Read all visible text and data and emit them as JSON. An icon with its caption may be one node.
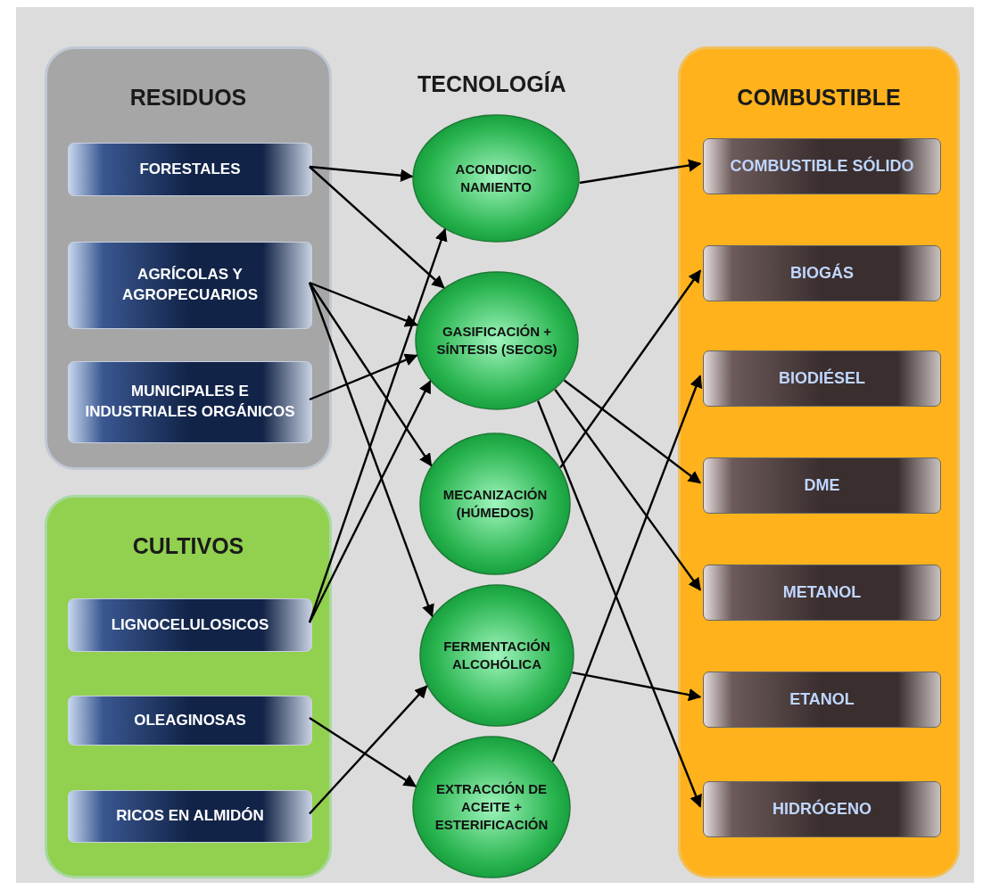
{
  "diagram": {
    "nodes": [
      {
        "text": [
          "RESIDUOS"
        ]
      },
      {
        "text": [
          "FORESTALES"
        ],
        "in": 0
      },
      {
        "text": [
          "AGRÍCOLAS Y AGROPECUARIOS"
        ],
        "in": 0
      },
      {
        "text": [
          "MUNICIPALES E INDUSTRIALES ORGÁNICOS"
        ],
        "in": 0
      },
      {
        "text": [
          "CULTIVOS"
        ]
      },
      {
        "text": [
          "LIGNOCELULOSICOS"
        ],
        "in": 4
      },
      {
        "text": [
          "OLEAGINOSAS"
        ],
        "in": 4
      },
      {
        "text": [
          "RICOS EN ALMIDÓN"
        ],
        "in": 4
      },
      {
        "text": [
          "ACONDICIO- NAMIENTO"
        ]
      },
      {
        "text": [
          "GASIFICACIÓN + SÍNTESIS (SECOS)"
        ]
      },
      {
        "text": [
          "MECANIZACIÓN (HÚMEDOS)"
        ]
      },
      {
        "text": [
          "FERMENTACIÓN ALCOHÓLICA"
        ]
      },
      {
        "text": [
          "EXTRACCIÓN DE ACEITE + ESTERIFICACIÓN"
        ]
      },
      {
        "text": [
          "COMBUSTIBLE"
        ]
      },
      {
        "text": [
          "COMBUSTIBLE SÓLIDO"
        ],
        "in": 13
      },
      {
        "text": [
          "BIOGÁS"
        ],
        "in": 13
      },
      {
        "text": [
          "BIODIÉSEL"
        ],
        "in": 13
      },
      {
        "text": [
          "DME"
        ],
        "in": 13
      },
      {
        "text": [
          "METANOL"
        ],
        "in": 13
      },
      {
        "text": [
          "ETANOL"
        ],
        "in": 13
      },
      {
        "text": [
          "HIDRÓGENO"
        ],
        "in": 13
      }
    ],
    "edges": [
      {
        "from": 1,
        "to": 8,
        "arrow": "to"
      },
      {
        "from": 1,
        "to": 9,
        "arrow": "to"
      },
      {
        "from": 2,
        "to": 9,
        "arrow": "to"
      },
      {
        "from": 2,
        "to": 10,
        "arrow": "to"
      },
      {
        "from": 2,
        "to": 11,
        "arrow": "to"
      },
      {
        "from": 3,
        "to": 9,
        "arrow": "to"
      },
      {
        "from": 5,
        "to": 8,
        "arrow": "to"
      },
      {
        "from": 5,
        "to": 9,
        "arrow": "to"
      },
      {
        "from": 6,
        "to": 12,
        "arrow": "to"
      },
      {
        "from": 7,
        "to": 11,
        "arrow": "to"
      },
      {
        "from": 8,
        "to": 14,
        "arrow": "to"
      },
      {
        "from": 9,
        "to": 17,
        "arrow": "to"
      },
      {
        "from": 9,
        "to": 18,
        "arrow": "to"
      },
      {
        "from": 9,
        "to": 20,
        "arrow": "to"
      },
      {
        "from": 10,
        "to": 15,
        "arrow": "to"
      },
      {
        "from": 11,
        "to": 19,
        "arrow": "to"
      },
      {
        "from": 12,
        "to": 16,
        "arrow": "to"
      }
    ],
    "labels": [
      "TECNOLOGÍA"
    ]
  }
}
